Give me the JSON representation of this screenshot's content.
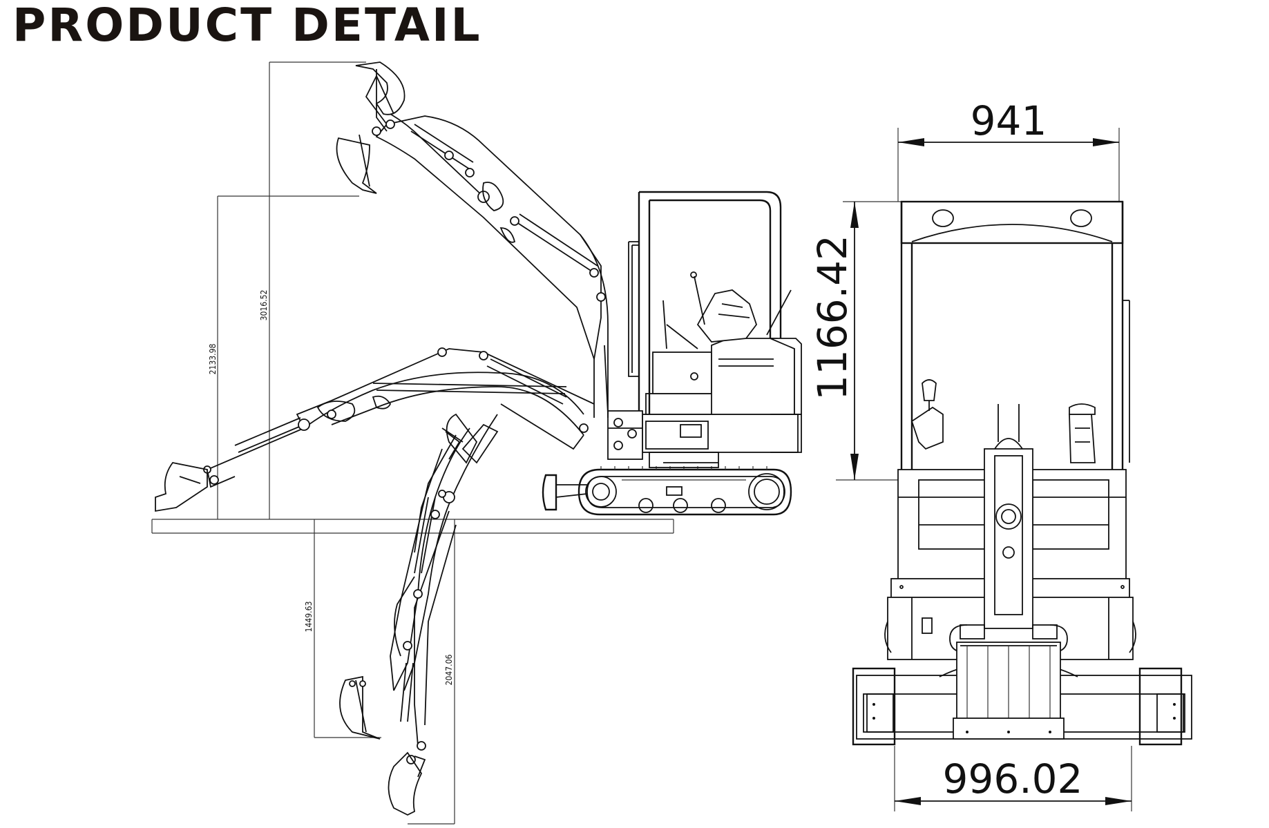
{
  "title": "PRODUCT DETAIL",
  "dimensions": {
    "max_reach_height": "3016.52",
    "max_dump_height": "2133.98",
    "vertical_dig_depth": "1449.63",
    "max_dig_depth": "2047.06",
    "top_width": "941",
    "overall_height": "1166.42",
    "track_width": "996.02"
  },
  "colors": {
    "ink": "#111111",
    "title": "#1a1411",
    "background": "#ffffff"
  }
}
